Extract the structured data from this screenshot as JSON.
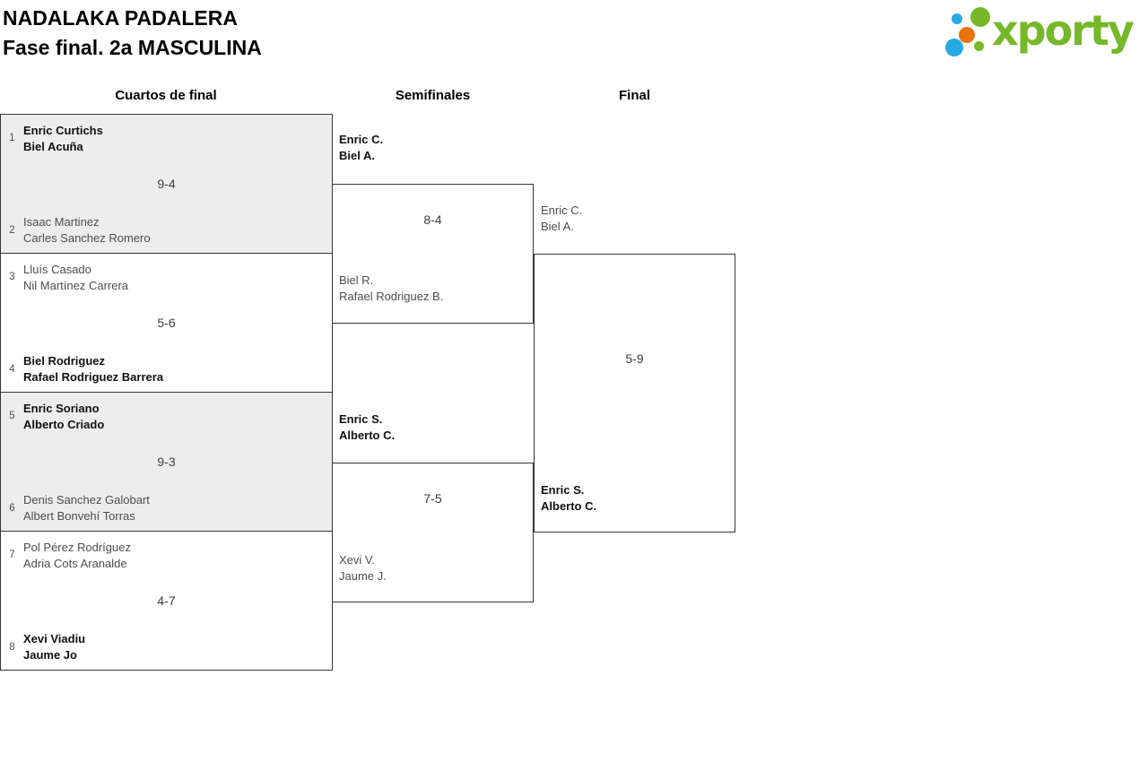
{
  "header": {
    "title_line1": "NADALAKA PADALERA",
    "title_line2": "Fase final. 2a MASCULINA"
  },
  "logo": {
    "wordmark": "xporty",
    "green": "#76b82a",
    "blue": "#29a9e1",
    "orange": "#e8720c"
  },
  "round_headers": [
    "Cuartos de final",
    "Semifinales",
    "Final"
  ],
  "bracket": {
    "quarterfinals": [
      {
        "seed1": "1",
        "team1": {
          "name1": "Enric Curtichs",
          "name2": "Biel Acuña",
          "winner": true
        },
        "score": "9-4",
        "seed2": "2",
        "team2": {
          "name1": "Isaac Martinez",
          "name2": "Carles Sanchez Romero",
          "winner": false
        }
      },
      {
        "seed1": "3",
        "team1": {
          "name1": "Lluís Casado",
          "name2": "Nil Martínez Carrera",
          "winner": false
        },
        "score": "5-6",
        "seed2": "4",
        "team2": {
          "name1": "Biel Rodriguez",
          "name2": "Rafael Rodriguez Barrera",
          "winner": true
        }
      },
      {
        "seed1": "5",
        "team1": {
          "name1": "Enric Soriano",
          "name2": "Alberto Criado",
          "winner": true
        },
        "score": "9-3",
        "seed2": "6",
        "team2": {
          "name1": "Denis Sanchez Galobart",
          "name2": "Albert Bonvehí Torras",
          "winner": false
        }
      },
      {
        "seed1": "7",
        "team1": {
          "name1": "Pol Pérez Rodríguez",
          "name2": "Adria Cots Aranalde",
          "winner": false
        },
        "score": "4-7",
        "seed2": "8",
        "team2": {
          "name1": "Xevi Viadiu",
          "name2": "Jaume Jo",
          "winner": true
        }
      }
    ],
    "semifinals": [
      {
        "team1": {
          "name1": "Enric C.",
          "name2": "Biel A.",
          "winner": true
        },
        "score": "8-4",
        "team2": {
          "name1": "Biel R.",
          "name2": "Rafael Rodriguez B.",
          "winner": false
        }
      },
      {
        "team1": {
          "name1": "Enric S.",
          "name2": "Alberto C.",
          "winner": true
        },
        "score": "7-5",
        "team2": {
          "name1": "Xevi V.",
          "name2": "Jaume J.",
          "winner": false
        }
      }
    ],
    "final": {
      "team1": {
        "name1": "Enric C.",
        "name2": "Biel A.",
        "winner": false
      },
      "score": "5-9",
      "team2": {
        "name1": "Enric S.",
        "name2": "Alberto C.",
        "winner": true
      }
    }
  }
}
